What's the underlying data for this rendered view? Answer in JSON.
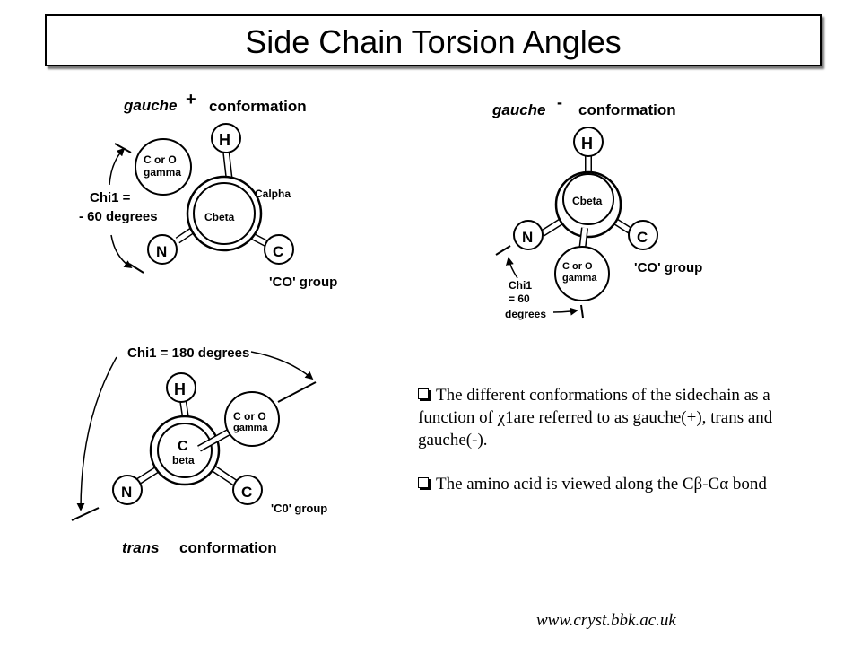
{
  "title": "Side Chain Torsion Angles",
  "panels": {
    "gauche_plus": {
      "word": "gauche",
      "sign": "+",
      "conformation": "conformation",
      "h": "H",
      "n": "N",
      "c": "C",
      "side_line1": "C or O",
      "side_line2": "gamma",
      "center": "Cbeta",
      "calpha": "Calpha",
      "chi_line1": "Chi1 =",
      "chi_line2": "- 60 degrees",
      "co_group": "'CO' group"
    },
    "gauche_minus": {
      "word": "gauche",
      "sign": "-",
      "conformation": "conformation",
      "h": "H",
      "n": "N",
      "c": "C",
      "center": "Cbeta",
      "side_line1": "C or O",
      "side_line2": "gamma",
      "co_group": "'CO' group",
      "chi_line1": "Chi1",
      "chi_line2": "= 60",
      "chi_line3": "degrees"
    },
    "trans": {
      "chi": "Chi1 = 180 degrees",
      "h": "H",
      "n": "N",
      "c": "C",
      "center_line1": "C",
      "center_line2": "beta",
      "side_line1": "C or O",
      "side_line2": "gamma",
      "co_group": "'C0' group",
      "word": "trans",
      "conformation": "conformation"
    }
  },
  "bullets": [
    "The different conformations of the sidechain as a function of χ1are referred to as gauche(+), trans and gauche(-).",
    "The amino acid is viewed along the Cβ-Cα bond"
  ],
  "footer": "www.cryst.bbk.ac.uk"
}
